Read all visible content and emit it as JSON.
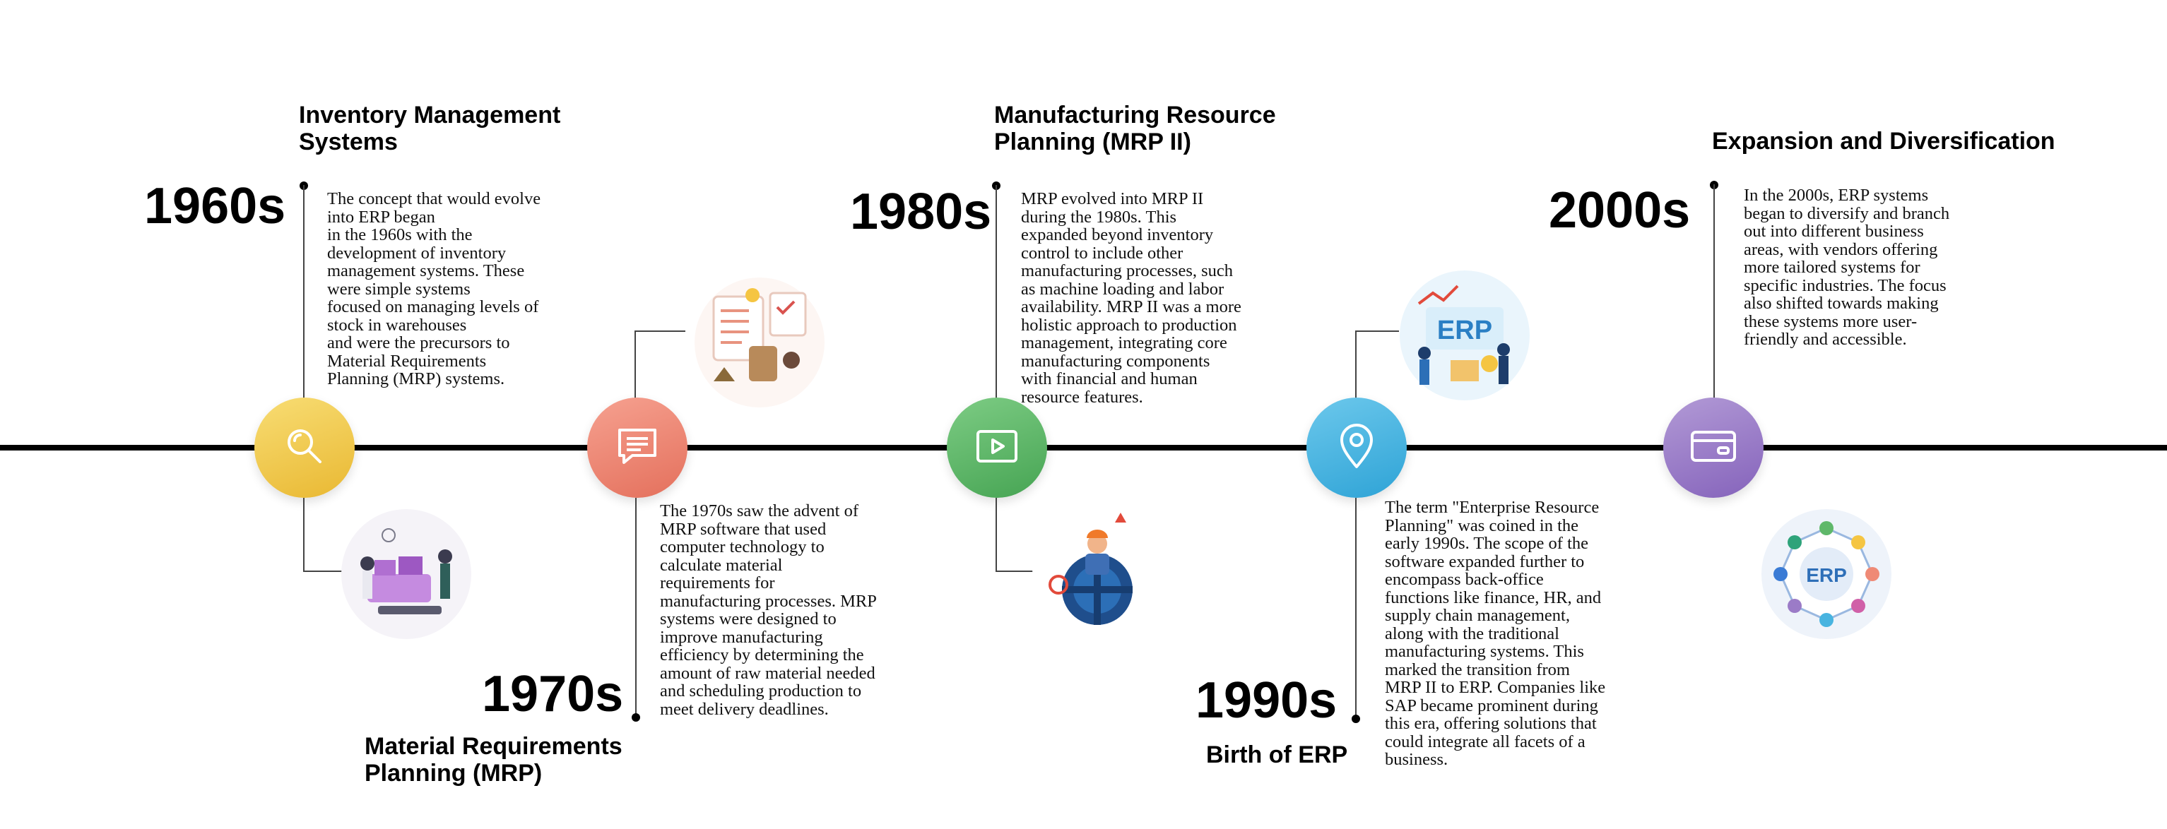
{
  "colors": {
    "timeline": "#000000",
    "node_1960s": "#f2c94c",
    "node_1970s": "#ef8a76",
    "node_1980s": "#5fb86a",
    "node_1990s": "#48b4e0",
    "node_2000s": "#9b7bc7"
  },
  "milestones": [
    {
      "year": "1960s",
      "title_lines": [
        "Inventory Management",
        "Systems"
      ],
      "desc_lines": [
        "The concept that would evolve",
        "into ERP began",
        "in the 1960s with the",
        "development of inventory",
        "management systems. These",
        "were simple systems",
        "focused on managing levels of",
        "stock in warehouses",
        "and were the precursors to",
        "Material Requirements",
        "Planning (MRP) systems."
      ],
      "icon": "search-icon",
      "illustration": "warehouse-workers-illustration"
    },
    {
      "year": "1970s",
      "title_lines": [
        "Material Requirements",
        "Planning (MRP)"
      ],
      "desc_lines": [
        "The 1970s saw the advent of",
        "MRP software that used",
        "computer technology to",
        "calculate material",
        "requirements for",
        "manufacturing processes. MRP",
        "systems were designed to",
        "improve manufacturing",
        "efficiency by determining the",
        "amount of raw material needed",
        "and scheduling production to",
        "meet delivery deadlines."
      ],
      "icon": "chat-icon",
      "illustration": "planning-checklist-illustration"
    },
    {
      "year": "1980s",
      "title_lines": [
        "Manufacturing Resource",
        "Planning (MRP II)"
      ],
      "desc_lines": [
        "MRP evolved into MRP II",
        "during the 1980s. This",
        "expanded beyond inventory",
        "control to include other",
        "manufacturing processes, such",
        "as machine loading and labor",
        "availability. MRP II was a more",
        "holistic approach to production",
        "management, integrating core",
        "manufacturing components",
        "with financial and human",
        "resource features."
      ],
      "icon": "play-icon",
      "illustration": "gear-engineer-illustration"
    },
    {
      "year": "1990s",
      "title_lines": [
        "Birth of ERP"
      ],
      "desc_lines": [
        "The term \"Enterprise Resource",
        "Planning\" was coined in the",
        "early 1990s. The scope of the",
        "software expanded further to",
        "encompass back-office",
        "functions like finance, HR, and",
        "supply chain management,",
        "along with the traditional",
        "manufacturing systems. This",
        "marked the transition from",
        "MRP II to ERP. Companies like",
        "SAP became prominent during",
        "this era, offering solutions that",
        "could integrate all facets of a",
        "business."
      ],
      "icon": "location-pin-icon",
      "illustration": "erp-team-illustration",
      "illustration_text": "ERP"
    },
    {
      "year": "2000s",
      "title_lines": [
        "Expansion and Diversification"
      ],
      "desc_lines": [
        "In the 2000s, ERP systems",
        "began to diversify and branch",
        "out into different business",
        "areas, with vendors offering",
        "more tailored systems for",
        "specific industries. The focus",
        "also shifted towards making",
        "these systems more user-",
        "friendly and accessible."
      ],
      "icon": "credit-card-icon",
      "illustration": "erp-modules-ring-illustration",
      "illustration_text": "ERP"
    }
  ]
}
